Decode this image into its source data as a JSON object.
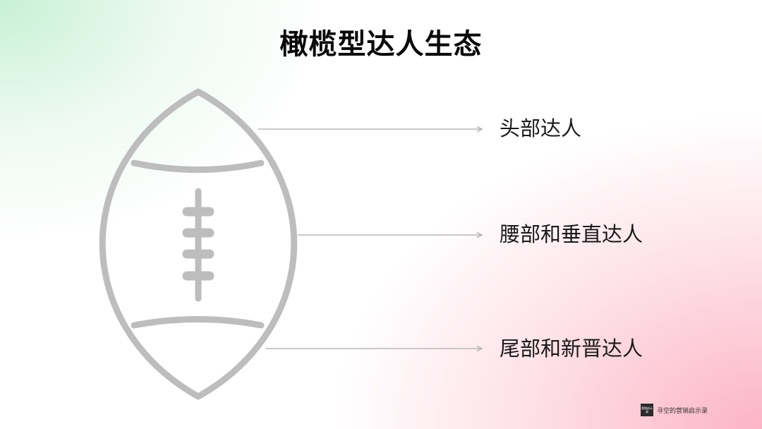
{
  "title": "橄榄型达人生态",
  "layers": [
    {
      "label": "头部达人"
    },
    {
      "label": "腰部和垂直达人"
    },
    {
      "label": "尾部和新晋达人"
    }
  ],
  "colors": {
    "football_stroke": "#bdbdbd",
    "arrow_line": "#b8b8b8",
    "title_text": "#0a0a0a",
    "label_text": "#1a1a1a",
    "bg_top_left": "#c4f0d2",
    "bg_bottom_right": "#fcb0c2"
  },
  "icons": [
    "football-icon",
    "arrow-icon"
  ],
  "watermark": {
    "logo_text": "营销启示录",
    "text": "寻空的营销启示录"
  }
}
